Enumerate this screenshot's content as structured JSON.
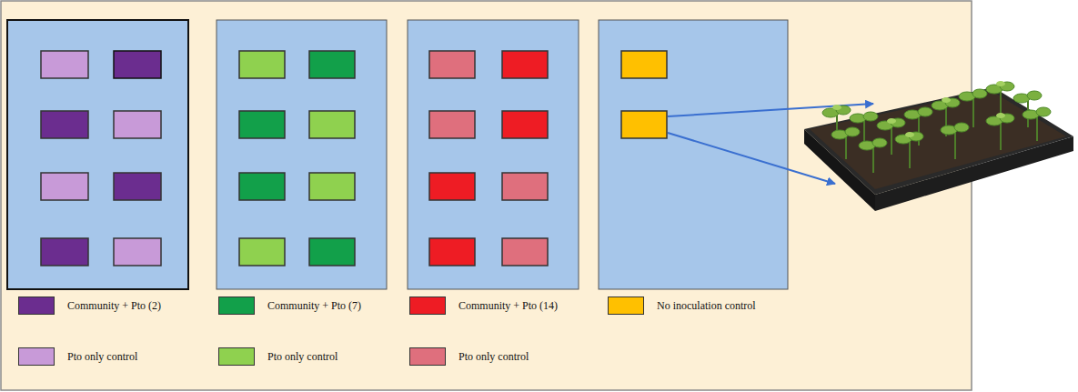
{
  "diagram": {
    "legend": [
      {
        "text": "Community + Pto (2)",
        "color": "#6b2d8f"
      },
      {
        "text": "Community + Pto (7)",
        "color": "#12a04a"
      },
      {
        "text": "Community + Pto (14)",
        "color": "#ee1c24"
      },
      {
        "text": "No inoculation control",
        "color": "#ffc000"
      },
      {
        "text": "Pto only control",
        "color": "#c89ad8"
      },
      {
        "text": "Pto only control",
        "color": "#8fd14f"
      },
      {
        "text": "Pto only control",
        "color": "#df6f7d"
      }
    ]
  }
}
